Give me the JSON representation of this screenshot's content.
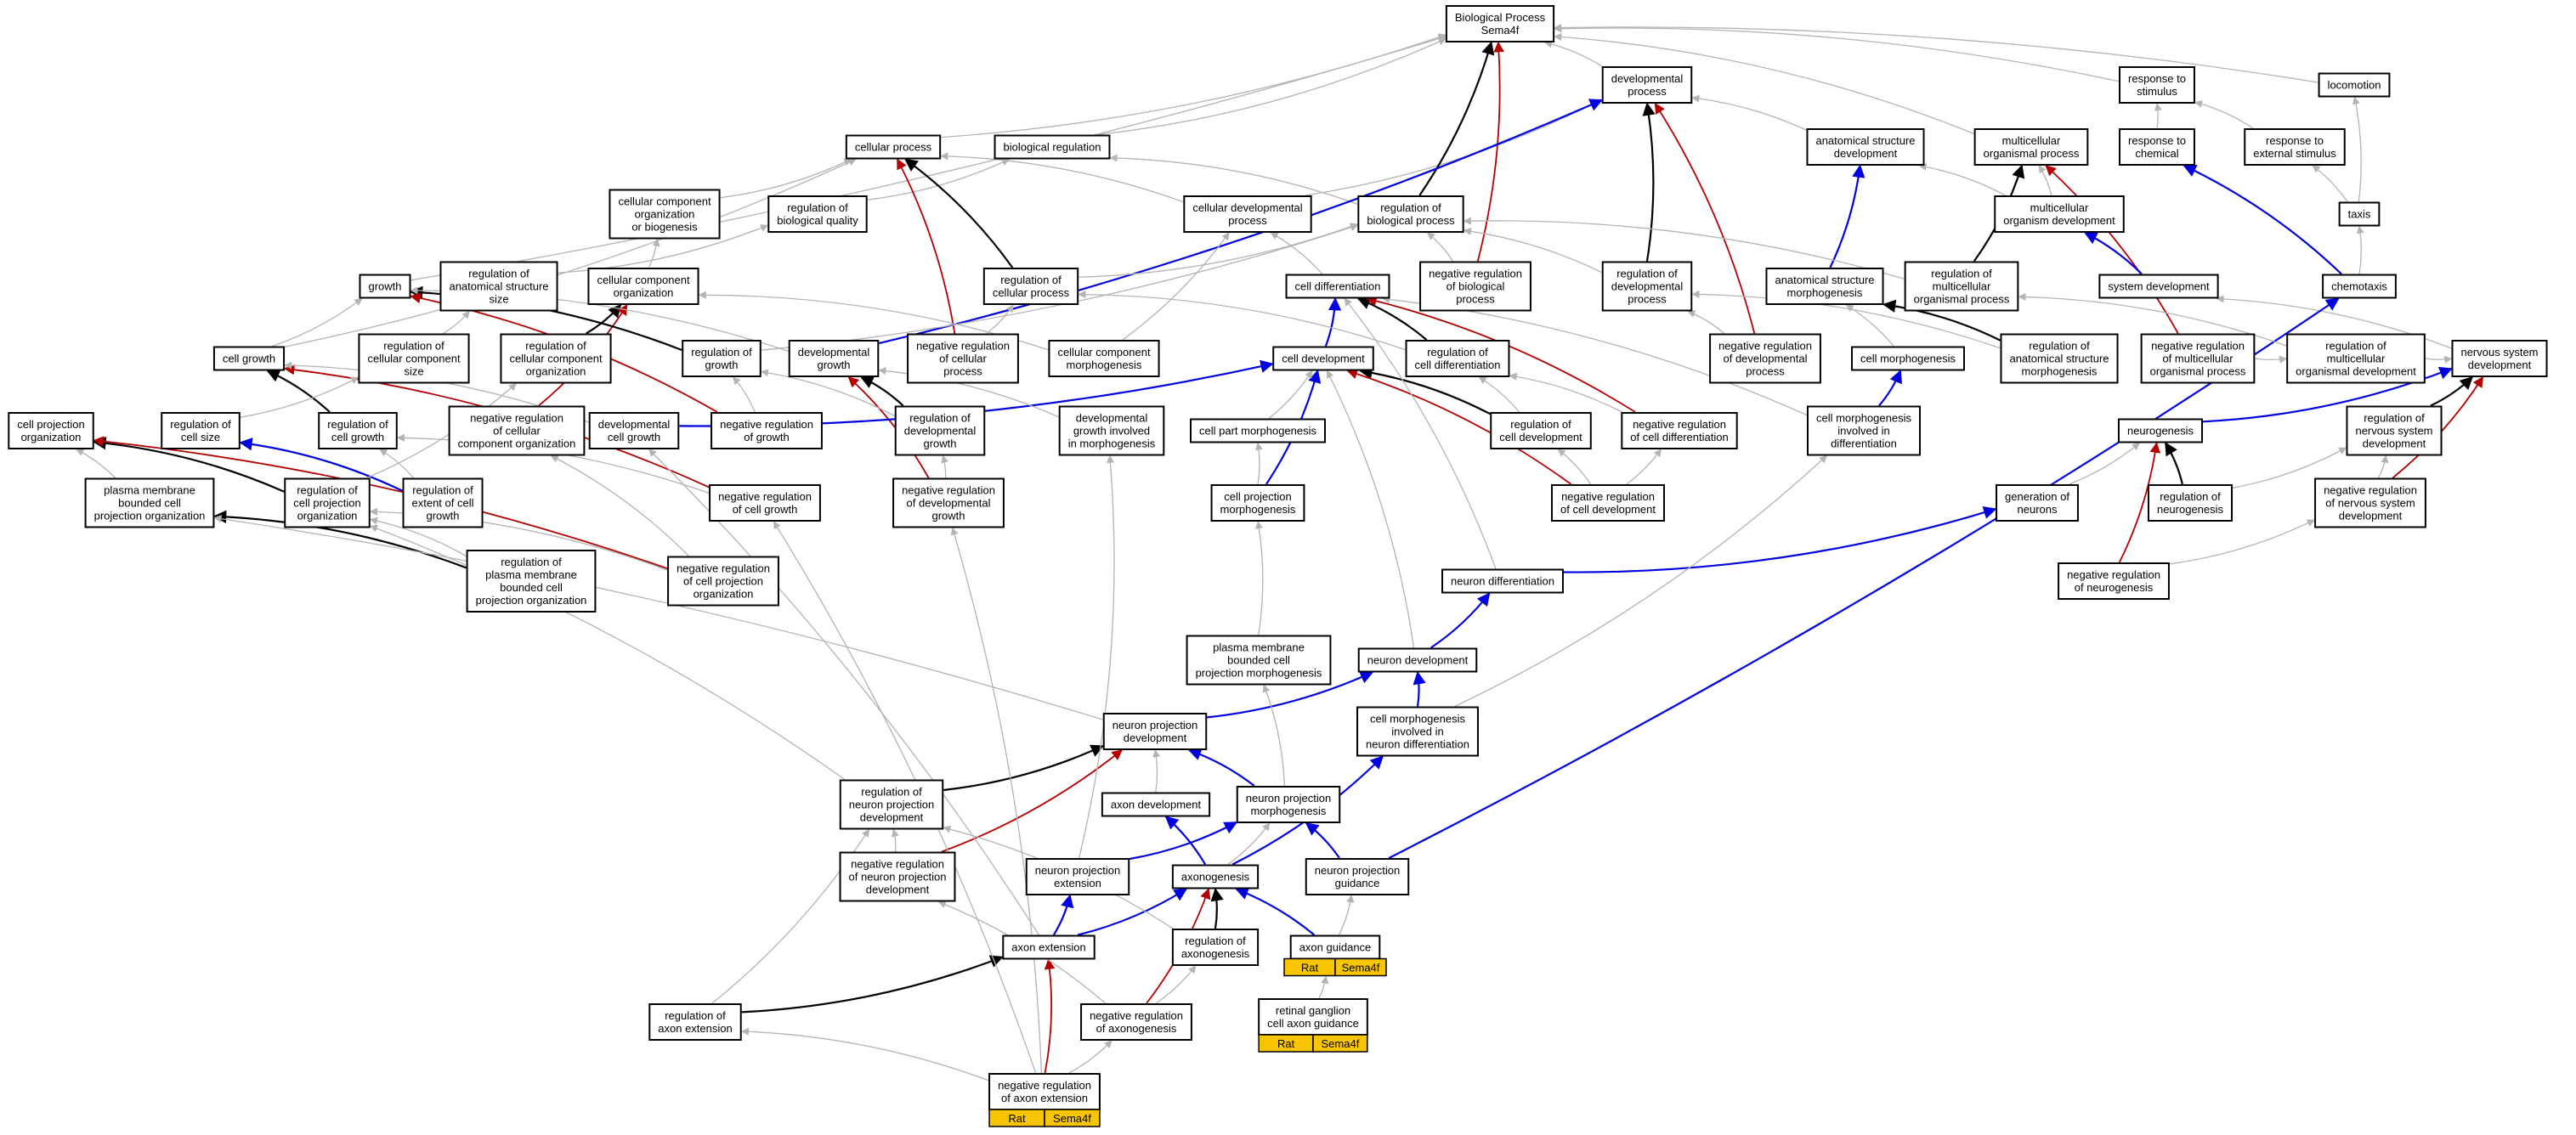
{
  "colors": {
    "is_a": "#b4b4b4",
    "part_of": "#000000",
    "regulates": "#0000e0",
    "negatively_regulates": "#b40000",
    "annotation_fill": "#f7c600"
  },
  "nodes": {
    "bp": [
      "Biological Process",
      "Sema4f"
    ],
    "dev_proc": [
      "developmental",
      "process"
    ],
    "resp_stim": [
      "response to",
      "stimulus"
    ],
    "locomotion": [
      "locomotion"
    ],
    "cell_proc": [
      "cellular process"
    ],
    "bio_reg": [
      "biological regulation"
    ],
    "anat_dev": [
      "anatomical structure",
      "development"
    ],
    "multi_proc": [
      "multicellular",
      "organismal process"
    ],
    "resp_chem": [
      "response to",
      "chemical"
    ],
    "resp_ext": [
      "response to",
      "external stimulus"
    ],
    "ccob": [
      "cellular component",
      "organization",
      "or biogenesis"
    ],
    "reg_qual": [
      "regulation of",
      "biological quality"
    ],
    "cell_dev_proc": [
      "cellular developmental",
      "process"
    ],
    "reg_bio": [
      "regulation of",
      "biological process"
    ],
    "multi_org_dev": [
      "multicellular",
      "organism development"
    ],
    "taxis": [
      "taxis"
    ],
    "growth": [
      "growth"
    ],
    "reg_anat_size": [
      "regulation of",
      "anatomical structure",
      "size"
    ],
    "cco": [
      "cellular component",
      "organization"
    ],
    "reg_cell_proc": [
      "regulation of",
      "cellular process"
    ],
    "cell_diff": [
      "cell differentiation"
    ],
    "neg_reg_bio": [
      "negative regulation",
      "of biological",
      "process"
    ],
    "reg_dev_proc": [
      "regulation of",
      "developmental",
      "process"
    ],
    "anat_morph": [
      "anatomical structure",
      "morphogenesis"
    ],
    "reg_multi_proc": [
      "regulation of",
      "multicellular",
      "organismal process"
    ],
    "sys_dev": [
      "system development"
    ],
    "chemotaxis": [
      "chemotaxis"
    ],
    "cell_growth": [
      "cell growth"
    ],
    "reg_cc_size": [
      "regulation of",
      "cellular component",
      "size"
    ],
    "reg_cco": [
      "regulation of",
      "cellular component",
      "organization"
    ],
    "reg_growth": [
      "regulation of",
      "growth"
    ],
    "dev_growth": [
      "developmental",
      "growth"
    ],
    "neg_reg_cell_proc": [
      "negative regulation",
      "of cellular",
      "process"
    ],
    "cc_morph": [
      "cellular component",
      "morphogenesis"
    ],
    "cell_development": [
      "cell development"
    ],
    "reg_cell_diff": [
      "regulation of",
      "cell differentiation"
    ],
    "neg_reg_dev_proc": [
      "negative regulation",
      "of developmental",
      "process"
    ],
    "cell_morph": [
      "cell morphogenesis"
    ],
    "reg_anat_morph": [
      "regulation of",
      "anatomical structure",
      "morphogenesis"
    ],
    "neg_reg_multi_proc": [
      "negative regulation",
      "of multicellular",
      "organismal process"
    ],
    "reg_multi_dev": [
      "regulation of",
      "multicellular",
      "organismal development"
    ],
    "ns_dev": [
      "nervous system",
      "development"
    ],
    "cp_org": [
      "cell projection",
      "organization"
    ],
    "reg_cell_size": [
      "regulation of",
      "cell size"
    ],
    "reg_cell_growth": [
      "regulation of",
      "cell growth"
    ],
    "neg_reg_cco": [
      "negative regulation",
      "of cellular",
      "component organization"
    ],
    "dev_cell_growth": [
      "developmental",
      "cell growth"
    ],
    "neg_reg_growth": [
      "negative regulation",
      "of growth"
    ],
    "reg_dev_growth": [
      "regulation of",
      "developmental",
      "growth"
    ],
    "dev_growth_morph": [
      "developmental",
      "growth involved",
      "in morphogenesis"
    ],
    "cell_part_morph": [
      "cell part morphogenesis"
    ],
    "reg_cell_development": [
      "regulation of",
      "cell development"
    ],
    "neg_reg_cell_diff": [
      "negative regulation",
      "of cell differentiation"
    ],
    "cell_morph_diff": [
      "cell morphogenesis",
      "involved in",
      "differentiation"
    ],
    "neurogenesis": [
      "neurogenesis"
    ],
    "reg_ns_dev": [
      "regulation of",
      "nervous system",
      "development"
    ],
    "pmbcp_org": [
      "plasma membrane",
      "bounded cell",
      "projection organization"
    ],
    "reg_cp_org": [
      "regulation of",
      "cell projection",
      "organization"
    ],
    "reg_ext_growth": [
      "regulation of",
      "extent of cell",
      "growth"
    ],
    "neg_reg_cell_growth": [
      "negative regulation",
      "of cell growth"
    ],
    "neg_reg_dev_growth": [
      "negative regulation",
      "of developmental",
      "growth"
    ],
    "cp_morph": [
      "cell projection",
      "morphogenesis"
    ],
    "neg_reg_cell_development": [
      "negative regulation",
      "of cell development"
    ],
    "gen_neurons": [
      "generation of",
      "neurons"
    ],
    "reg_neurogenesis": [
      "regulation of",
      "neurogenesis"
    ],
    "neg_reg_ns_dev": [
      "negative regulation",
      "of nervous system",
      "development"
    ],
    "reg_pmbcp_org": [
      "regulation of",
      "plasma membrane",
      "bounded cell",
      "projection organization"
    ],
    "neg_reg_cp_org": [
      "negative regulation",
      "of cell projection",
      "organization"
    ],
    "neuron_diff": [
      "neuron differentiation"
    ],
    "neg_reg_neurogenesis": [
      "negative regulation",
      "of neurogenesis"
    ],
    "pmbcp_morph": [
      "plasma membrane",
      "bounded cell",
      "projection morphogenesis"
    ],
    "neuron_dev": [
      "neuron development"
    ],
    "np_dev": [
      "neuron projection",
      "development"
    ],
    "cell_morph_neuron": [
      "cell morphogenesis",
      "involved in",
      "neuron differentiation"
    ],
    "reg_np_dev": [
      "regulation of",
      "neuron projection",
      "development"
    ],
    "axon_dev": [
      "axon development"
    ],
    "np_morph": [
      "neuron projection",
      "morphogenesis"
    ],
    "neg_reg_np_dev": [
      "negative regulation",
      "of neuron projection",
      "development"
    ],
    "np_ext": [
      "neuron projection",
      "extension"
    ],
    "axonogenesis": [
      "axonogenesis"
    ],
    "np_guidance": [
      "neuron projection",
      "guidance"
    ],
    "axon_ext": [
      "axon extension"
    ],
    "reg_axonogenesis": [
      "regulation of",
      "axonogenesis"
    ],
    "axon_guidance": [
      "axon guidance"
    ],
    "rgc_guidance": [
      "retinal ganglion",
      "cell axon guidance"
    ],
    "reg_axon_ext": [
      "regulation of",
      "axon extension"
    ],
    "neg_reg_axonogenesis": [
      "negative regulation",
      "of axonogenesis"
    ],
    "neg_reg_axon_ext": [
      "negative regulation",
      "of axon extension"
    ]
  },
  "annotations": {
    "axon_guidance": [
      "Rat",
      "Sema4f"
    ],
    "rgc_guidance": [
      "Rat",
      "Sema4f"
    ],
    "neg_reg_axon_ext": [
      "Rat",
      "Sema4f"
    ]
  },
  "edges": [
    [
      "dev_proc",
      "bp",
      "is_a"
    ],
    [
      "resp_stim",
      "bp",
      "is_a"
    ],
    [
      "locomotion",
      "bp",
      "is_a"
    ],
    [
      "cell_proc",
      "bp",
      "is_a"
    ],
    [
      "bio_reg",
      "bp",
      "is_a"
    ],
    [
      "multi_proc",
      "bp",
      "is_a"
    ],
    [
      "growth",
      "bp",
      "is_a"
    ],
    [
      "resp_chem",
      "resp_stim",
      "is_a"
    ],
    [
      "resp_ext",
      "resp_stim",
      "is_a"
    ],
    [
      "anat_dev",
      "dev_proc",
      "is_a"
    ],
    [
      "cell_dev_proc",
      "dev_proc",
      "is_a"
    ],
    [
      "reg_bio",
      "bio_reg",
      "is_a"
    ],
    [
      "reg_qual",
      "bio_reg",
      "is_a"
    ],
    [
      "ccob",
      "cell_proc",
      "is_a"
    ],
    [
      "cell_dev_proc",
      "cell_proc",
      "is_a"
    ],
    [
      "multi_org_dev",
      "multi_proc",
      "is_a"
    ],
    [
      "multi_org_dev",
      "anat_dev",
      "is_a"
    ],
    [
      "taxis",
      "resp_ext",
      "is_a"
    ],
    [
      "taxis",
      "locomotion",
      "is_a"
    ],
    [
      "chemotaxis",
      "taxis",
      "is_a"
    ],
    [
      "chemotaxis",
      "resp_chem",
      "regulates"
    ],
    [
      "reg_bio",
      "bp",
      "part_of"
    ],
    [
      "neg_reg_bio",
      "bp",
      "negatively_regulates"
    ],
    [
      "reg_dev_proc",
      "dev_proc",
      "part_of"
    ],
    [
      "neg_reg_dev_proc",
      "dev_proc",
      "negatively_regulates"
    ],
    [
      "reg_cell_proc",
      "cell_proc",
      "part_of"
    ],
    [
      "neg_reg_cell_proc",
      "cell_proc",
      "negatively_regulates"
    ],
    [
      "reg_multi_proc",
      "multi_proc",
      "part_of"
    ],
    [
      "neg_reg_multi_proc",
      "multi_proc",
      "negatively_regulates"
    ],
    [
      "dev_growth",
      "dev_proc",
      "regulates"
    ],
    [
      "anat_morph",
      "anat_dev",
      "regulates"
    ],
    [
      "sys_dev",
      "multi_org_dev",
      "regulates"
    ],
    [
      "reg_cco",
      "cco",
      "part_of"
    ],
    [
      "neg_reg_cco",
      "cco",
      "negatively_regulates"
    ],
    [
      "cco",
      "ccob",
      "is_a"
    ],
    [
      "reg_anat_size",
      "reg_qual",
      "is_a"
    ],
    [
      "reg_cell_proc",
      "reg_bio",
      "is_a"
    ],
    [
      "neg_reg_bio",
      "reg_bio",
      "is_a"
    ],
    [
      "reg_dev_proc",
      "reg_bio",
      "is_a"
    ],
    [
      "reg_multi_proc",
      "reg_bio",
      "is_a"
    ],
    [
      "cell_diff",
      "cell_dev_proc",
      "is_a"
    ],
    [
      "cell_development",
      "cell_diff",
      "regulates"
    ],
    [
      "reg_cell_diff",
      "cell_diff",
      "part_of"
    ],
    [
      "neg_reg_cell_diff",
      "cell_diff",
      "negatively_regulates"
    ],
    [
      "reg_growth",
      "growth",
      "part_of"
    ],
    [
      "neg_reg_growth",
      "growth",
      "negatively_regulates"
    ],
    [
      "cell_growth",
      "growth",
      "is_a"
    ],
    [
      "dev_growth",
      "growth",
      "is_a"
    ],
    [
      "reg_cell_growth",
      "cell_growth",
      "part_of"
    ],
    [
      "neg_reg_cell_growth",
      "cell_growth",
      "negatively_regulates"
    ],
    [
      "reg_ext_growth",
      "reg_cell_size",
      "regulates"
    ],
    [
      "reg_dev_growth",
      "dev_growth",
      "part_of"
    ],
    [
      "neg_reg_dev_growth",
      "dev_growth",
      "negatively_regulates"
    ],
    [
      "dev_cell_growth",
      "cell_development",
      "regulates"
    ],
    [
      "cell_morph",
      "anat_morph",
      "is_a"
    ],
    [
      "reg_anat_morph",
      "anat_morph",
      "part_of"
    ],
    [
      "cell_morph_diff",
      "cell_morph",
      "regulates"
    ],
    [
      "ns_dev",
      "sys_dev",
      "is_a"
    ],
    [
      "reg_multi_dev",
      "ns_dev",
      "is_a"
    ],
    [
      "reg_ns_dev",
      "ns_dev",
      "part_of"
    ],
    [
      "neg_reg_ns_dev",
      "ns_dev",
      "negatively_regulates"
    ],
    [
      "neurogenesis",
      "ns_dev",
      "regulates"
    ],
    [
      "reg_neurogenesis",
      "neurogenesis",
      "part_of"
    ],
    [
      "neg_reg_neurogenesis",
      "neurogenesis",
      "negatively_regulates"
    ],
    [
      "gen_neurons",
      "neurogenesis",
      "is_a"
    ],
    [
      "neuron_diff",
      "gen_neurons",
      "regulates"
    ],
    [
      "neuron_dev",
      "neuron_diff",
      "regulates"
    ],
    [
      "cell_morph_neuron",
      "neuron_dev",
      "regulates"
    ],
    [
      "np_dev",
      "neuron_dev",
      "regulates"
    ],
    [
      "reg_cp_org",
      "cp_org",
      "part_of"
    ],
    [
      "neg_reg_cp_org",
      "cp_org",
      "negatively_regulates"
    ],
    [
      "pmbcp_org",
      "cp_org",
      "is_a"
    ],
    [
      "reg_pmbcp_org",
      "pmbcp_org",
      "part_of"
    ],
    [
      "cp_morph",
      "cell_development",
      "regulates"
    ],
    [
      "pmbcp_morph",
      "cp_morph",
      "is_a"
    ],
    [
      "reg_np_dev",
      "np_dev",
      "part_of"
    ],
    [
      "neg_reg_np_dev",
      "np_dev",
      "negatively_regulates"
    ],
    [
      "axon_dev",
      "np_dev",
      "is_a"
    ],
    [
      "np_morph",
      "np_dev",
      "regulates"
    ],
    [
      "axonogenesis",
      "axon_dev",
      "regulates"
    ],
    [
      "axonogenesis",
      "np_morph",
      "is_a"
    ],
    [
      "np_ext",
      "np_morph",
      "regulates"
    ],
    [
      "np_guidance",
      "np_morph",
      "regulates"
    ],
    [
      "axonogenesis",
      "cell_morph_neuron",
      "regulates"
    ],
    [
      "np_guidance",
      "chemotaxis",
      "regulates"
    ],
    [
      "reg_axonogenesis",
      "axonogenesis",
      "part_of"
    ],
    [
      "neg_reg_axonogenesis",
      "axonogenesis",
      "negatively_regulates"
    ],
    [
      "axon_ext",
      "axonogenesis",
      "regulates"
    ],
    [
      "axon_guidance",
      "axonogenesis",
      "regulates"
    ],
    [
      "axon_ext",
      "np_ext",
      "regulates"
    ],
    [
      "reg_axon_ext",
      "axon_ext",
      "part_of"
    ],
    [
      "neg_reg_axon_ext",
      "axon_ext",
      "negatively_regulates"
    ],
    [
      "rgc_guidance",
      "axon_guidance",
      "is_a"
    ],
    [
      "axon_guidance",
      "np_guidance",
      "is_a"
    ],
    [
      "reg_cell_development",
      "cell_development",
      "part_of"
    ],
    [
      "neg_reg_cell_development",
      "cell_development",
      "negatively_regulates"
    ],
    [
      "reg_cell_diff",
      "reg_cell_proc",
      "is_a"
    ],
    [
      "neg_reg_cell_proc",
      "reg_cell_proc",
      "is_a"
    ],
    [
      "cc_morph",
      "cell_dev_proc",
      "is_a"
    ],
    [
      "dev_growth_morph",
      "dev_growth",
      "is_a"
    ],
    [
      "cell_part_morph",
      "cell_development",
      "is_a"
    ],
    [
      "reg_growth",
      "reg_bio",
      "is_a"
    ],
    [
      "cell_growth",
      "cell_proc",
      "is_a"
    ],
    [
      "reg_cell_size",
      "reg_cc_size",
      "is_a"
    ],
    [
      "reg_cc_size",
      "reg_anat_size",
      "is_a"
    ],
    [
      "neg_reg_multi_proc",
      "reg_multi_dev",
      "is_a"
    ],
    [
      "reg_neurogenesis",
      "reg_ns_dev",
      "is_a"
    ],
    [
      "neg_reg_neurogenesis",
      "neg_reg_ns_dev",
      "is_a"
    ],
    [
      "neg_reg_ns_dev",
      "reg_ns_dev",
      "is_a"
    ],
    [
      "reg_multi_dev",
      "reg_multi_proc",
      "is_a"
    ],
    [
      "reg_anat_morph",
      "reg_dev_proc",
      "is_a"
    ],
    [
      "neg_reg_dev_proc",
      "reg_dev_proc",
      "is_a"
    ],
    [
      "reg_cell_development",
      "reg_cell_diff",
      "is_a"
    ],
    [
      "neg_reg_cell_diff",
      "reg_cell_diff",
      "is_a"
    ],
    [
      "neg_reg_cell_development",
      "neg_reg_cell_diff",
      "is_a"
    ],
    [
      "neg_reg_cell_development",
      "reg_cell_development",
      "is_a"
    ],
    [
      "neg_reg_growth",
      "reg_growth",
      "is_a"
    ],
    [
      "reg_dev_growth",
      "reg_growth",
      "is_a"
    ],
    [
      "neg_reg_dev_growth",
      "reg_dev_growth",
      "is_a"
    ],
    [
      "neg_reg_cell_growth",
      "reg_cell_growth",
      "is_a"
    ],
    [
      "reg_ext_growth",
      "reg_cell_growth",
      "is_a"
    ],
    [
      "reg_cp_org",
      "reg_cco",
      "is_a"
    ],
    [
      "neg_reg_cp_org",
      "reg_cp_org",
      "is_a"
    ],
    [
      "neg_reg_cp_org",
      "neg_reg_cco",
      "is_a"
    ],
    [
      "reg_pmbcp_org",
      "reg_cp_org",
      "is_a"
    ],
    [
      "np_dev",
      "pmbcp_org",
      "is_a"
    ],
    [
      "np_morph",
      "pmbcp_morph",
      "is_a"
    ],
    [
      "dev_cell_growth",
      "cell_growth",
      "is_a"
    ],
    [
      "neg_reg_axon_ext",
      "reg_axon_ext",
      "is_a"
    ],
    [
      "reg_axon_ext",
      "reg_np_dev",
      "is_a"
    ],
    [
      "neg_reg_axonogenesis",
      "reg_axonogenesis",
      "is_a"
    ],
    [
      "reg_axonogenesis",
      "reg_np_dev",
      "is_a"
    ],
    [
      "neg_reg_np_dev",
      "reg_np_dev",
      "is_a"
    ],
    [
      "neg_reg_axonogenesis",
      "neg_reg_np_dev",
      "is_a"
    ],
    [
      "neg_reg_axon_ext",
      "neg_reg_axonogenesis",
      "is_a"
    ],
    [
      "reg_np_dev",
      "reg_cp_org",
      "is_a"
    ],
    [
      "np_ext",
      "dev_growth_morph",
      "is_a"
    ],
    [
      "neuron_diff",
      "cell_diff",
      "is_a"
    ],
    [
      "cell_morph_neuron",
      "cell_morph_diff",
      "is_a"
    ],
    [
      "axon_ext",
      "dev_cell_growth",
      "is_a"
    ],
    [
      "cell_morph_diff",
      "cell_diff",
      "is_a"
    ],
    [
      "cp_morph",
      "cell_part_morph",
      "is_a"
    ],
    [
      "neg_reg_axon_ext",
      "neg_reg_dev_growth",
      "is_a"
    ],
    [
      "neg_reg_axon_ext",
      "neg_reg_cell_growth",
      "is_a"
    ],
    [
      "neuron_dev",
      "cell_development",
      "is_a"
    ],
    [
      "cc_morph",
      "cco",
      "is_a"
    ]
  ]
}
